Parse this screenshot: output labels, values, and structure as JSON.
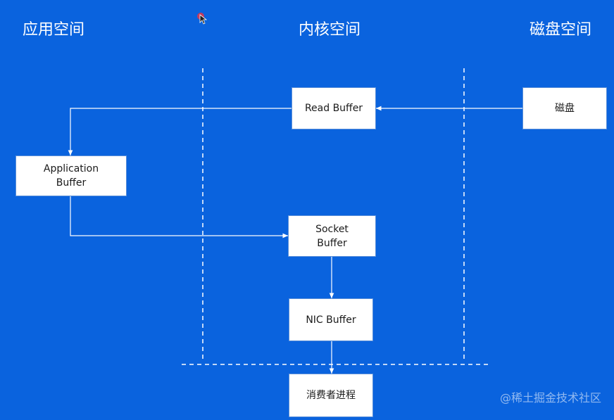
{
  "regions": {
    "app_space": "应用空间",
    "kernel_space": "内核空间",
    "disk_space": "磁盘空间"
  },
  "nodes": {
    "read_buffer": "Read Buffer",
    "disk": "磁盘",
    "application_buffer": "Application\nBuffer",
    "socket_buffer": "Socket\nBuffer",
    "nic_buffer": "NIC Buffer",
    "consumer_process": "消费者进程"
  },
  "watermark": "@稀土掘金技术社区",
  "colors": {
    "background": "#0a63de",
    "line": "#ffffff",
    "box_fill": "#ffffff",
    "cursor": "#e0354a"
  }
}
